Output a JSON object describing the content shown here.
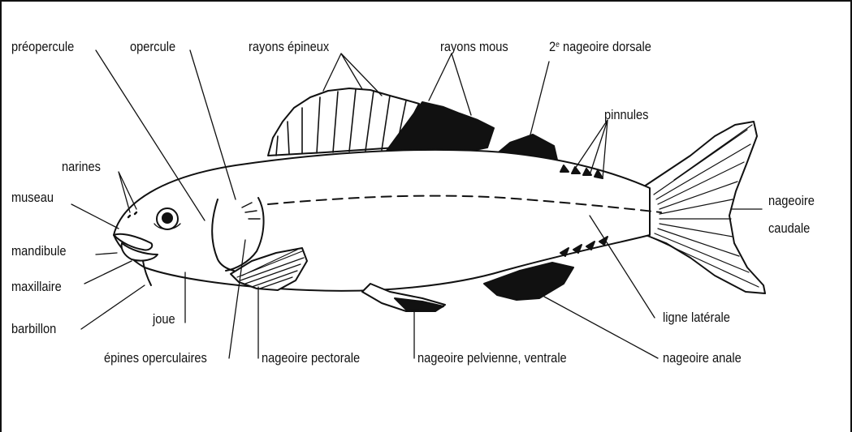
{
  "labels": {
    "preopercule": "préopercule",
    "opercule": "opercule",
    "rayons_epineux": "rayons épineux",
    "rayons_mous": "rayons mous",
    "nageoire_dorsale_num": "2",
    "nageoire_dorsale_sup": "e",
    "nageoire_dorsale_text": " nageoire dorsale",
    "pinnules": "pinnules",
    "narines": "narines",
    "museau": "museau",
    "mandibule": "mandibule",
    "maxillaire": "maxillaire",
    "barbillon": "barbillon",
    "joue": "joue",
    "epines_operculaires": "épines operculaires",
    "nageoire_pectorale": "nageoire pectorale",
    "nageoire_pelvienne": "nageoire pelvienne, ventrale",
    "nageoire_anale": "nageoire anale",
    "ligne_laterale": "ligne latérale",
    "nageoire_caudale_1": "nageoire",
    "nageoire_caudale_2": "caudale"
  }
}
